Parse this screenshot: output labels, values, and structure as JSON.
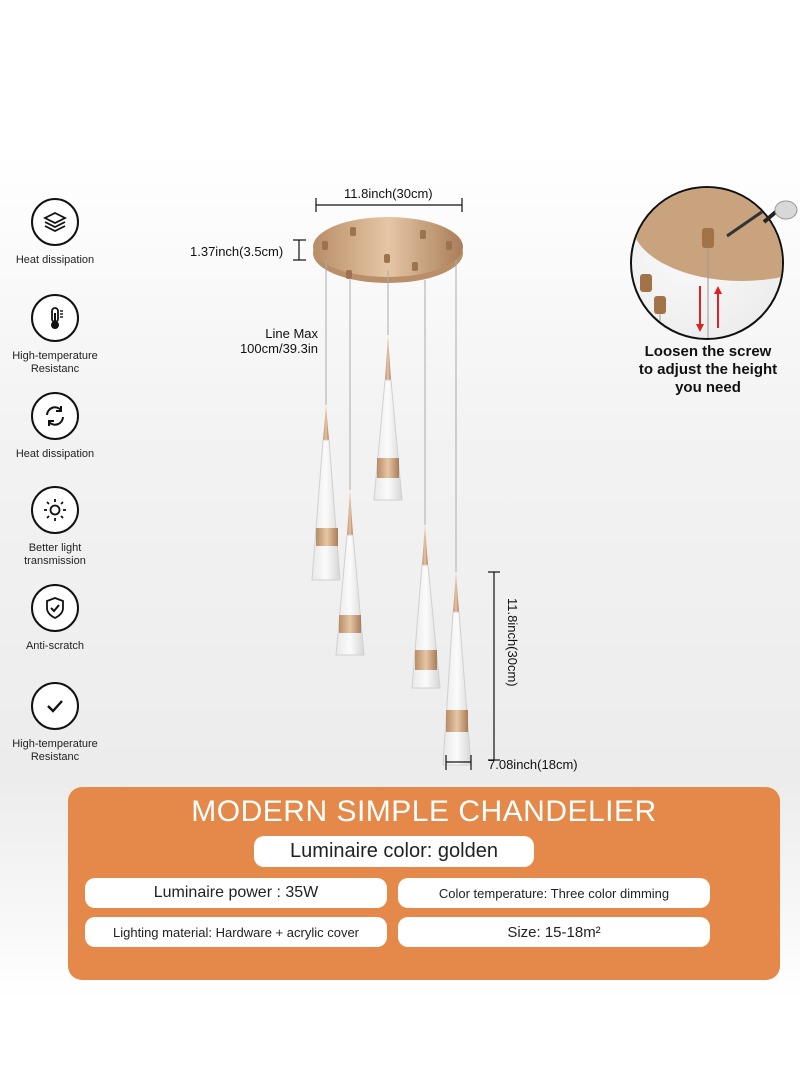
{
  "features": [
    {
      "label_lines": [
        "Heat dissipation"
      ],
      "icon": "layers-icon"
    },
    {
      "label_lines": [
        "High-temperature",
        "Resistanc"
      ],
      "icon": "thermometer-icon"
    },
    {
      "label_lines": [
        "Heat dissipation"
      ],
      "icon": "refresh-icon"
    },
    {
      "label_lines": [
        "Better light",
        "transmission"
      ],
      "icon": "sun-icon"
    },
    {
      "label_lines": [
        "Anti-scratch"
      ],
      "icon": "shield-check-icon"
    },
    {
      "label_lines": [
        "High-temperature",
        "Resistanc"
      ],
      "icon": "checkmark-icon"
    }
  ],
  "dimensions": {
    "canopy_width": "11.8inch(30cm)",
    "canopy_height": "1.37inch(3.5cm)",
    "line_max_1": "Line Max",
    "line_max_2": "100cm/39.3in",
    "drop_height": "11.8inch(30cm)",
    "pendant_width": "7.08inch(18cm)"
  },
  "inset": {
    "caption_lines": [
      "Loosen the screw",
      "to adjust the height",
      "you need"
    ]
  },
  "specs": {
    "title": "MODERN SIMPLE CHANDELIER",
    "color": "Luminaire color: golden",
    "power": "Luminaire power : 35W",
    "color_temperature": "Color temperature: Three color dimming",
    "material": "Lighting material: Hardware + acrylic cover",
    "size": "Size: 15-18m²"
  },
  "colors": {
    "accent_orange": "#e5894a",
    "gold": "#c9a27e"
  }
}
